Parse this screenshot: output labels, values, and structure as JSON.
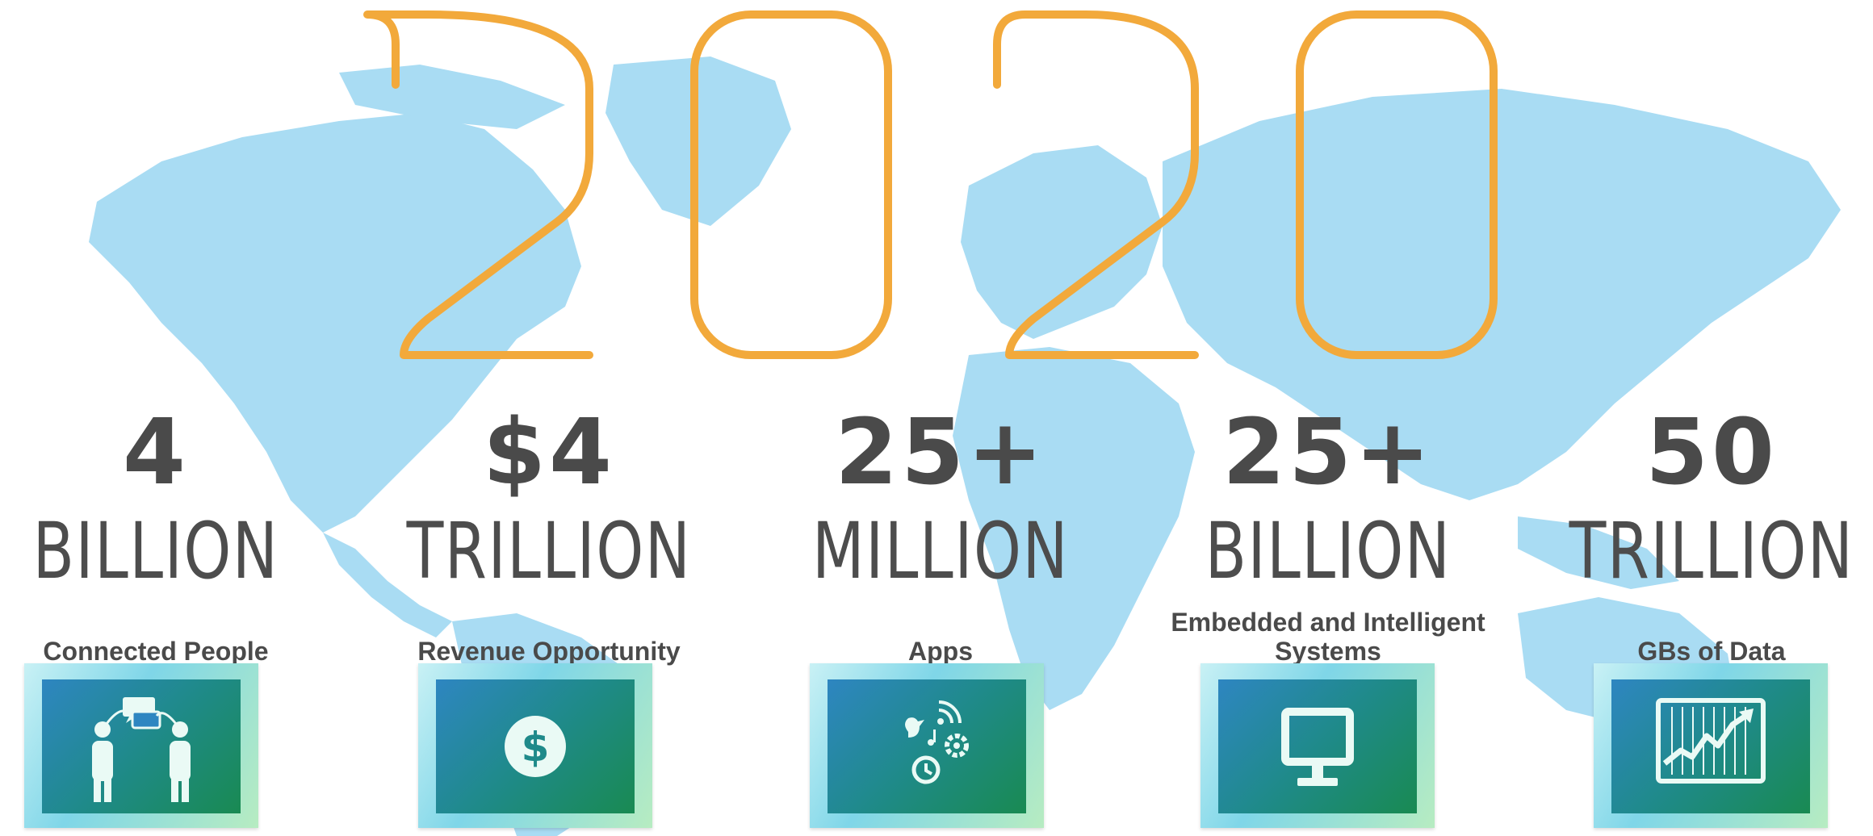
{
  "year": [
    "2",
    "0",
    "2",
    "0"
  ],
  "colors": {
    "year": "#f2a93b",
    "map": "#a9dcf3",
    "text": "#4a4a4a",
    "tile_screen": "#1f8a6a"
  },
  "stats": [
    {
      "value": "4",
      "unit": "BILLION",
      "label": "Connected People",
      "icon": "people-chat-icon"
    },
    {
      "value": "$4",
      "unit": "TRILLION",
      "label": "Revenue Opportunity",
      "icon": "dollar-coin-icon"
    },
    {
      "value": "25+",
      "unit": "MILLION",
      "label": "Apps",
      "icon": "apps-icon"
    },
    {
      "value": "25+",
      "unit": "BILLION",
      "label": "Embedded and Intelligent Systems",
      "icon": "monitor-icon"
    },
    {
      "value": "50",
      "unit": "TRILLION",
      "label": "GBs of Data",
      "icon": "chart-growth-icon"
    }
  ]
}
